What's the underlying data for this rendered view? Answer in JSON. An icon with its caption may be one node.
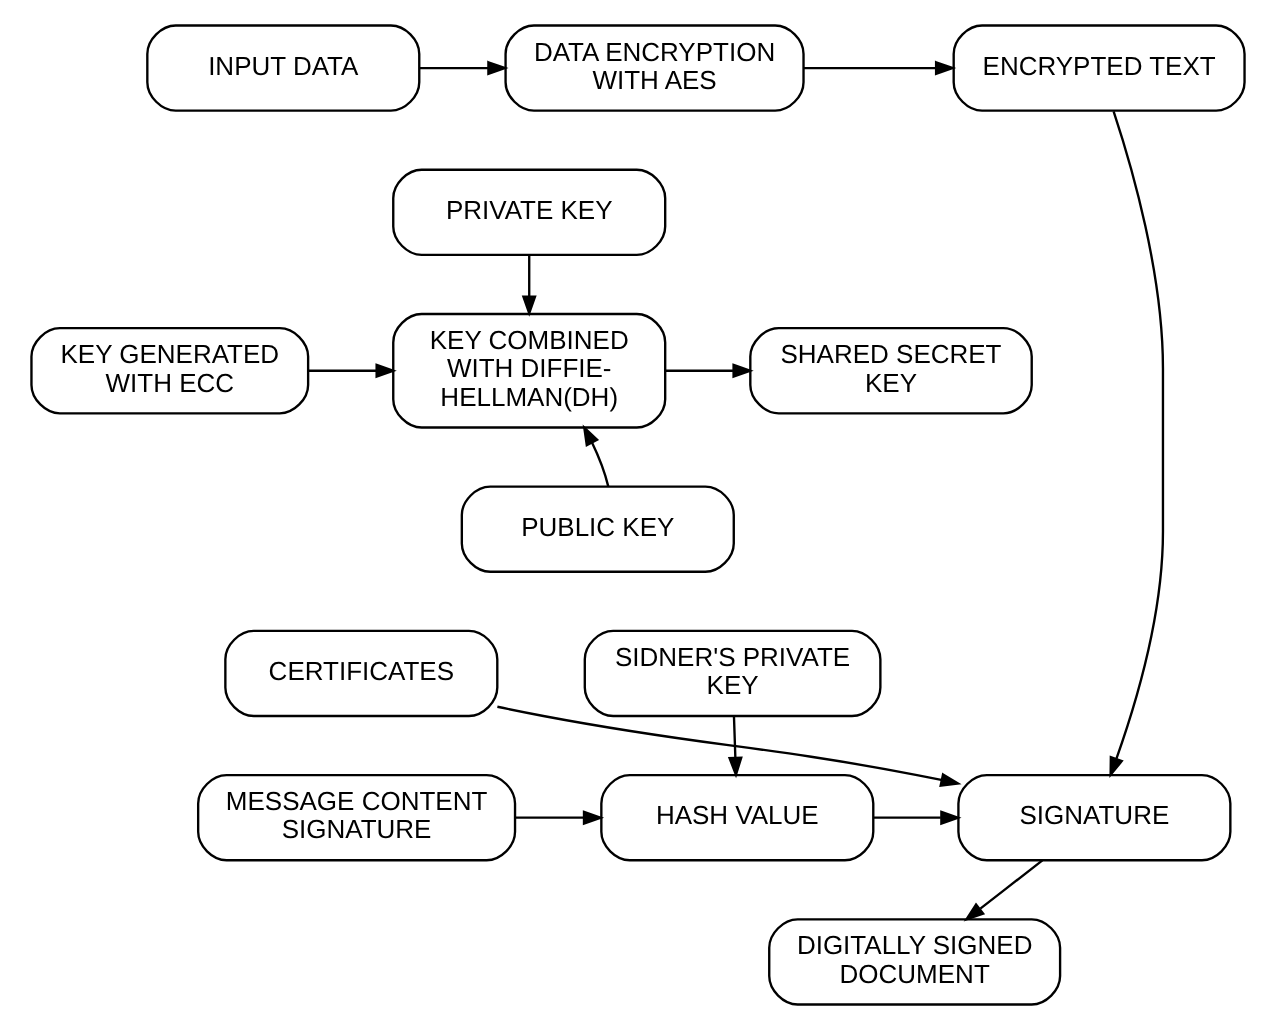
{
  "diagram": {
    "nodes": [
      {
        "text": [
          "INPUT DATA"
        ]
      },
      {
        "text": [
          "DATA ENCRYPTION WITH AES"
        ]
      },
      {
        "text": [
          "ENCRYPTED TEXT"
        ]
      },
      {
        "text": [
          "PRIVATE KEY"
        ]
      },
      {
        "text": [
          "KEY GENERATED WITH ECC"
        ]
      },
      {
        "text": [
          "KEY COMBINED WITH DIFFIE- HELLMAN(DH)"
        ]
      },
      {
        "text": [
          "SHARED SECRET KEY"
        ]
      },
      {
        "text": [
          "PUBLIC KEY"
        ]
      },
      {
        "text": [
          "SIDNER'S PRIVATE KEY"
        ]
      },
      {
        "text": [
          "CERTIFICATES"
        ]
      },
      {
        "text": [
          "MESSAGE CONTENT SIGNATURE"
        ]
      },
      {
        "text": [
          "HASH VALUE"
        ]
      },
      {
        "text": [
          "SIGNATURE"
        ]
      },
      {
        "text": [
          "DIGITALLY SIGNED DOCUMENT"
        ]
      }
    ],
    "edges": [
      {
        "from": 0,
        "to": 1,
        "arrow": "to"
      },
      {
        "from": 1,
        "to": 2,
        "arrow": "to"
      },
      {
        "from": 2,
        "to": 12,
        "arrow": "to"
      },
      {
        "from": 3,
        "to": 5,
        "arrow": "to"
      },
      {
        "from": 4,
        "to": 5,
        "arrow": "to"
      },
      {
        "from": 5,
        "to": 6,
        "arrow": "to"
      },
      {
        "from": 7,
        "to": 5,
        "arrow": "to"
      },
      {
        "from": 8,
        "to": 11,
        "arrow": "to"
      },
      {
        "from": 9,
        "to": 12,
        "arrow": "to"
      },
      {
        "from": 10,
        "to": 11,
        "arrow": "to"
      },
      {
        "from": 11,
        "to": 12,
        "arrow": "to"
      },
      {
        "from": 12,
        "to": 13,
        "arrow": "to"
      }
    ]
  }
}
